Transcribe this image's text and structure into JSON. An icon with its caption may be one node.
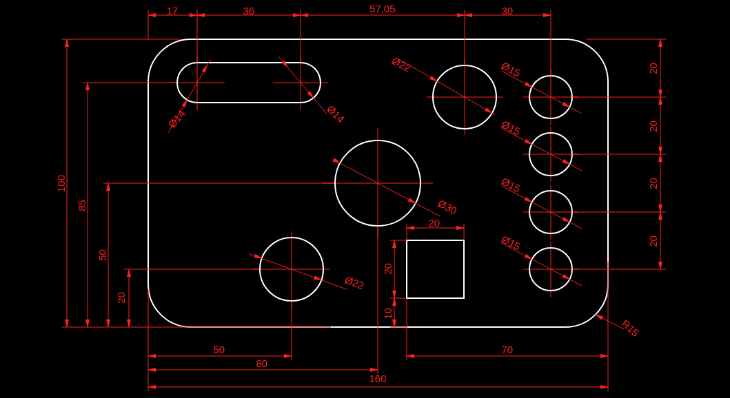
{
  "diagram": {
    "labels": [
      "17",
      "36",
      "57,05",
      "30",
      "Ø22",
      "Ø15",
      "20",
      "Ø14",
      "Ø14",
      "Ø15",
      "20",
      "100",
      "85",
      "Ø15",
      "20",
      "Ø30",
      "20",
      "Ø15",
      "20",
      "50",
      "20",
      "Ø22",
      "20",
      "10",
      "R15",
      "50",
      "70",
      "80",
      "160"
    ]
  }
}
